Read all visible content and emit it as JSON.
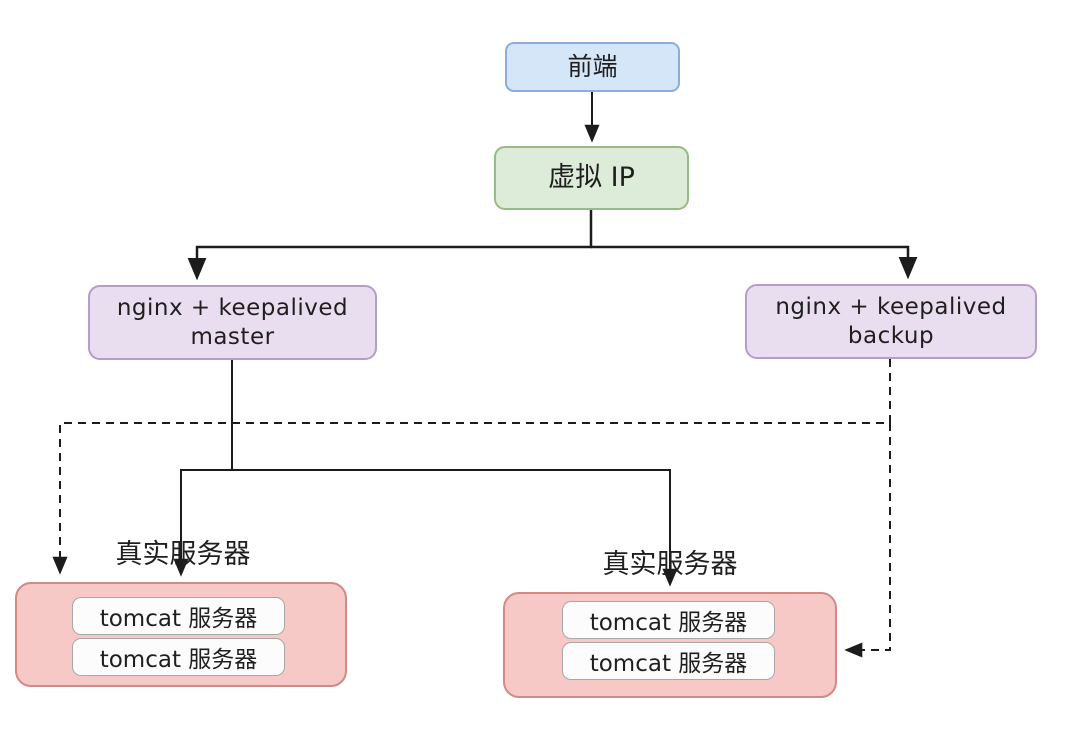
{
  "diagram": {
    "frontend": {
      "label": "前端"
    },
    "virtual_ip": {
      "label": "虚拟 IP"
    },
    "nginx_master": {
      "line1": "nginx + keepalived",
      "line2": "master"
    },
    "nginx_backup": {
      "line1": "nginx + keepalived",
      "line2": "backup"
    },
    "groups": [
      {
        "label": "真实服务器",
        "servers": [
          "tomcat 服务器",
          "tomcat 服务器"
        ]
      },
      {
        "label": "真实服务器",
        "servers": [
          "tomcat 服务器",
          "tomcat 服务器"
        ]
      }
    ]
  },
  "colors": {
    "frontend_fill": "#d6e6f9",
    "frontend_border": "#88aedd",
    "vip_fill": "#dcecd8",
    "vip_border": "#95bb87",
    "nginx_fill": "#e8def0",
    "nginx_border": "#b69cc8",
    "group_fill": "#f7c9c6",
    "group_border": "#d18a86",
    "tomcat_fill": "#fcfcfc",
    "tomcat_border": "#a8a8a8",
    "line": "#1c1c1c",
    "text": "#1f1f1f"
  }
}
